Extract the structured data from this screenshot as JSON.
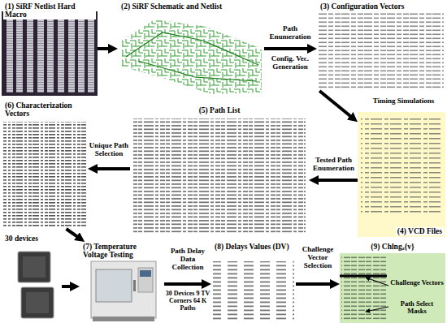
{
  "diagram": {
    "nodes": [
      {
        "text": [
          "(1) SiRF Netlist Hard Macro"
        ]
      },
      {
        "text": [
          "(2) SiRF Schematic and Netlist"
        ]
      },
      {
        "text": [
          "(3) Configuration Vectors"
        ]
      },
      {
        "text": [
          "(4) VCD Files"
        ]
      },
      {
        "text": [
          "(5) Path List"
        ]
      },
      {
        "text": [
          "(6) Characterization Vectors"
        ]
      },
      {
        "text": [
          "30 devices"
        ]
      },
      {
        "text": [
          "(7) Temperature Voltage Testing"
        ]
      },
      {
        "text": [
          "(8) Delays Values (DV)"
        ]
      },
      {
        "text": [
          "(9) Chlngₐ{v}"
        ]
      }
    ],
    "edges": [
      {
        "from": 0,
        "to": 1,
        "arrow": "to"
      },
      {
        "from": 1,
        "to": 2,
        "arrow": "to",
        "label": "Path Enumeration"
      },
      {
        "from": 2,
        "to": 3,
        "arrow": "to",
        "label": "Timing Simulations"
      },
      {
        "from": 3,
        "to": 4,
        "arrow": "to",
        "label": "Tested Path Enumeration"
      },
      {
        "from": 4,
        "to": 5,
        "arrow": "to",
        "label": "Unique Path Selection"
      },
      {
        "from": 5,
        "to": 7,
        "arrow": "to"
      },
      {
        "from": 6,
        "to": 7,
        "arrow": "to"
      },
      {
        "from": 7,
        "to": 8,
        "arrow": "to",
        "label": "Path Delay Data Collection"
      },
      {
        "from": 8,
        "to": 9,
        "arrow": "to",
        "label": "Challenge Vector Selection"
      }
    ],
    "labels": [
      "Config. Vec. Generation",
      "30 Devices 9 TV Corners 64 K Paths",
      "Challenge Vectors",
      "Path Select Masks"
    ]
  }
}
